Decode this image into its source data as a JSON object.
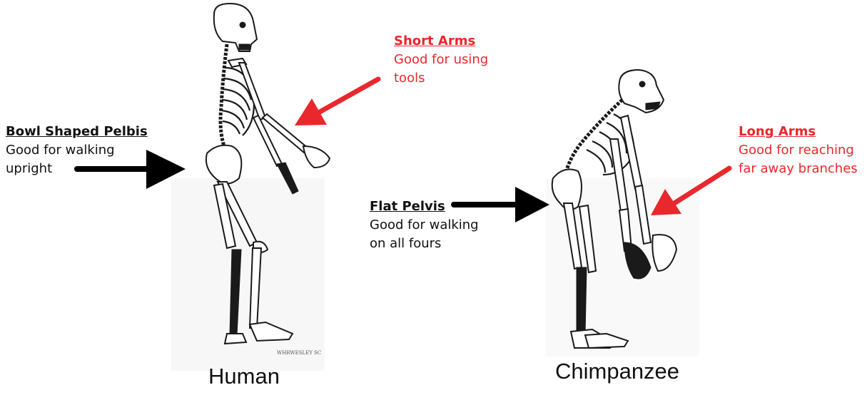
{
  "annotations": {
    "bowl_pelvis": {
      "heading": "Bowl Shaped Pelbis",
      "description": "Good for walking\nupright"
    },
    "short_arms": {
      "heading": "Short Arms",
      "description": "Good for using\ntools"
    },
    "flat_pelvis": {
      "heading": "Flat Pelvis",
      "description": "Good for walking\non all fours"
    },
    "long_arms": {
      "heading": "Long Arms",
      "description": "Good for reaching\nfar away branches"
    }
  },
  "labels": {
    "human": "Human",
    "chimpanzee": "Chimpanzee",
    "engraver_signature": "WHRWESLEY SC"
  },
  "colors": {
    "red_annotation": "#e8282d",
    "black_annotation": "#111111",
    "arrow_red": "#e8282d",
    "arrow_black": "#000000"
  },
  "icons": {
    "red_arrow": "arrow-pointing-left-down",
    "black_arrow": "arrow-pointing-right"
  }
}
